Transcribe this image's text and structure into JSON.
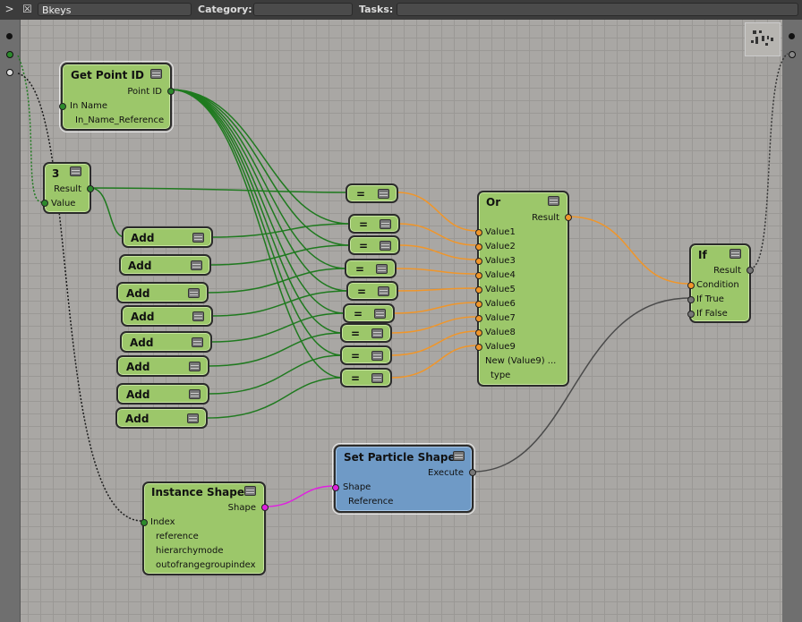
{
  "toolbar": {
    "collapse_glyph": ">",
    "close_glyph": "☒",
    "name_value": "Bkeys",
    "category_label": "Category:",
    "category_value": "",
    "tasks_label": "Tasks:",
    "tasks_value": ""
  },
  "icons": [
    "collapse-arrow-icon",
    "close-box-icon",
    "node-menu-icon",
    "minimap-icon"
  ],
  "nodes": {
    "get_point_id": {
      "title": "Get Point ID",
      "ports": [
        "Point ID",
        "In Name",
        "In_Name_Reference"
      ]
    },
    "value3": {
      "title": "3",
      "ports": [
        "Result",
        "Value"
      ]
    },
    "add": {
      "title": "Add"
    },
    "eq": {
      "title": "="
    },
    "or": {
      "title": "Or",
      "ports": [
        "Result",
        "Value1",
        "Value2",
        "Value3",
        "Value4",
        "Value5",
        "Value6",
        "Value7",
        "Value8",
        "Value9",
        "New (Value9) ...",
        "type"
      ]
    },
    "if": {
      "title": "If",
      "ports": [
        "Result",
        "Condition",
        "If True",
        "If False"
      ]
    },
    "set_particle_shape": {
      "title": "Set Particle Shape",
      "ports": [
        "Execute",
        "Shape",
        "Reference"
      ]
    },
    "instance_shape": {
      "title": "Instance Shape",
      "ports": [
        "Shape",
        "Index",
        "reference",
        "hierarchymode",
        "outofrangegroupindex"
      ]
    }
  },
  "colors": {
    "green_wire": "#1f7a1f",
    "orange_wire": "#f0962a",
    "magenta_wire": "#e020e0",
    "gray_wire": "#4a4a4a",
    "node_green": "#9cc76a",
    "node_blue": "#6f9ac6"
  }
}
